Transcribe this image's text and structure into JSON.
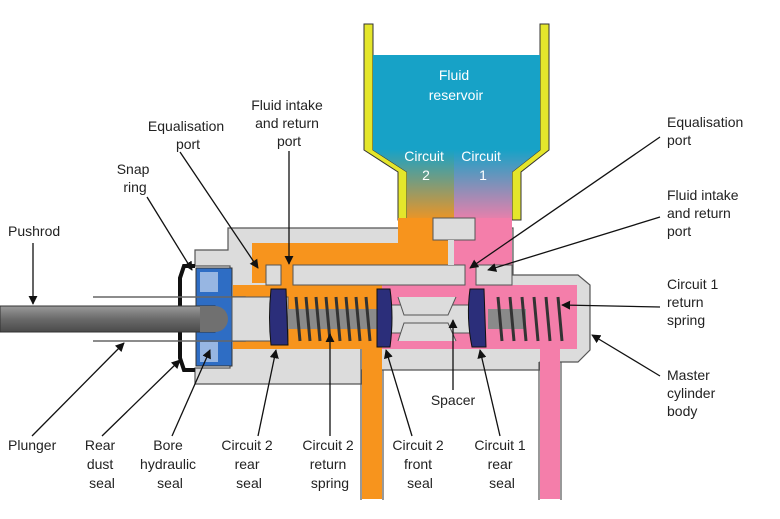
{
  "labels": {
    "reservoir": [
      "Fluid",
      "reservoir"
    ],
    "circuit2": [
      "Circuit",
      "2"
    ],
    "circuit1": [
      "Circuit",
      "1"
    ],
    "equalisation_left": [
      "Equalisation",
      "port"
    ],
    "fluid_intake_left": [
      "Fluid intake",
      "and return",
      "port"
    ],
    "snap_ring": [
      "Snap",
      "ring"
    ],
    "pushrod": "Pushrod",
    "plunger": "Plunger",
    "rear_dust_seal": [
      "Rear",
      "dust",
      "seal"
    ],
    "bore_hydraulic_seal": [
      "Bore",
      "hydraulic",
      "seal"
    ],
    "circuit2_rear_seal": [
      "Circuit 2",
      "rear",
      "seal"
    ],
    "circuit2_return_spring": [
      "Circuit 2",
      "return",
      "spring"
    ],
    "circuit2_front_seal": [
      "Circuit 2",
      "front",
      "seal"
    ],
    "spacer": "Spacer",
    "circuit1_rear_seal": [
      "Circuit 1",
      "rear",
      "seal"
    ],
    "equalisation_right": [
      "Equalisation",
      "port"
    ],
    "fluid_intake_right": [
      "Fluid intake",
      "and return",
      "port"
    ],
    "circuit1_return_spring": [
      "Circuit 1",
      "return",
      "spring"
    ],
    "master_cylinder_body": [
      "Master",
      "cylinder",
      "body"
    ]
  },
  "colors": {
    "reservoir_blue": "#17a2c7",
    "circuit2_orange": "#f7941d",
    "circuit1_pink": "#f47eaa",
    "body_gray": "#dcdcdc",
    "seal_navy": "#2b2e7a",
    "bore_seal_blue": "#2e6dc4",
    "reservoir_rim": "#e4e62b"
  }
}
